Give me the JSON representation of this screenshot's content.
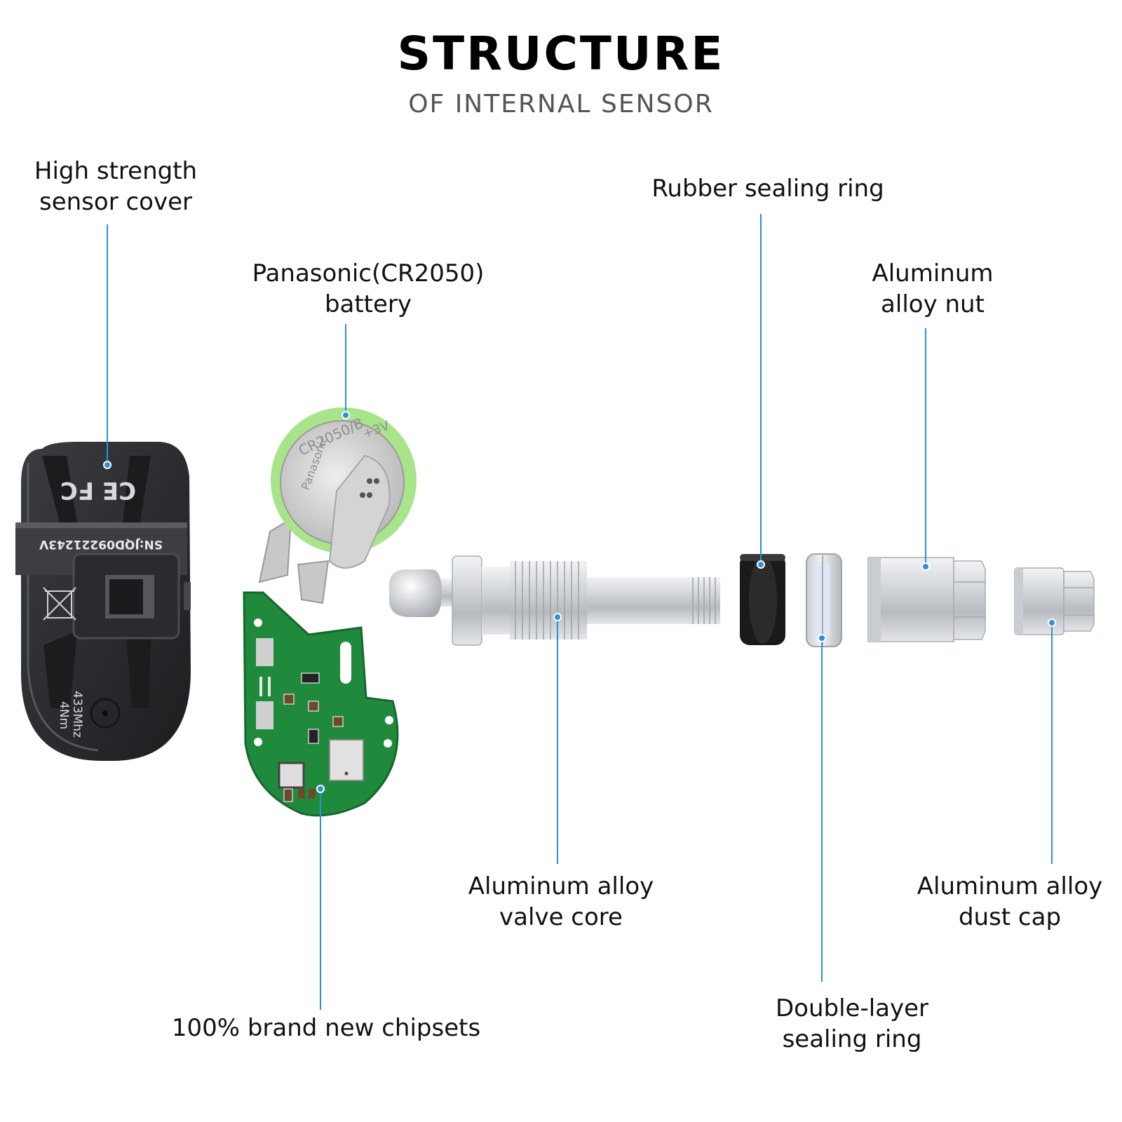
{
  "header": {
    "title": "STRUCTURE",
    "subtitle": "OF INTERNAL SENSOR"
  },
  "labels": {
    "sensor_cover": [
      "High strength",
      "sensor cover"
    ],
    "battery": [
      "Panasonic(CR2050)",
      "battery"
    ],
    "rubber_ring": [
      "Rubber sealing ring"
    ],
    "alloy_nut": [
      "Aluminum",
      "alloy nut"
    ],
    "chipsets": [
      "100% brand new chipsets"
    ],
    "valve_core": [
      "Aluminum alloy",
      "valve core"
    ],
    "dust_cap": [
      "Aluminum alloy",
      "dust cap"
    ],
    "double_ring": [
      "Double-layer",
      "sealing ring"
    ]
  },
  "markings": {
    "serial": "SN:JQD09221243V",
    "freq": "433Mhz",
    "torque": "4Nm",
    "battery_model": "CR2050/B",
    "battery_voltage": "+3V",
    "battery_brand": "Panasonic"
  },
  "colors": {
    "leader_line": "#2f8fd8",
    "pcb_green": "#1f8a3c",
    "battery_rim": "#a7e38a",
    "housing": "#2e3033"
  }
}
